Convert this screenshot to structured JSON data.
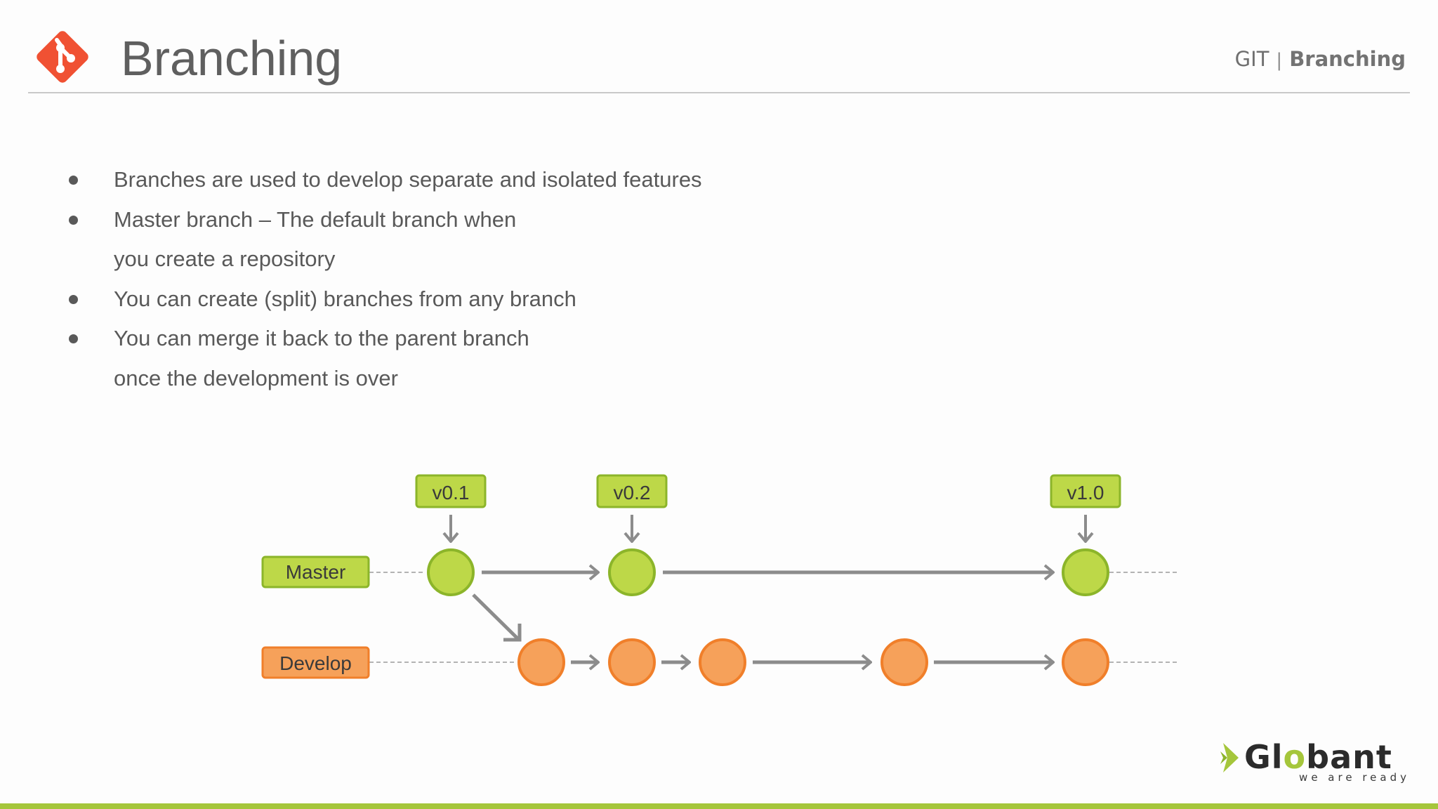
{
  "header": {
    "title": "Branching",
    "breadcrumb": {
      "section": "GIT",
      "separator": "|",
      "current": "Branching"
    }
  },
  "bullets": [
    "Branches are used to develop separate and isolated features",
    "Master branch – The default branch when you create a repository",
    "You can create (split) branches from any branch",
    "You can merge it back to the parent branch once the development is over"
  ],
  "diagram": {
    "branches": {
      "master": "Master",
      "develop": "Develop"
    },
    "tags": [
      "v0.1",
      "v0.2",
      "v1.0"
    ],
    "colors": {
      "master_fill": "#bdd848",
      "master_border": "#8cb52a",
      "develop_fill": "#f6a15a",
      "develop_border": "#f07f2a",
      "arrow": "#8c8c8c",
      "dashed": "#b3b3b3"
    }
  },
  "footer": {
    "logo_name": "Globant",
    "tagline": "we are ready",
    "accent_color": "#a5c63b"
  }
}
